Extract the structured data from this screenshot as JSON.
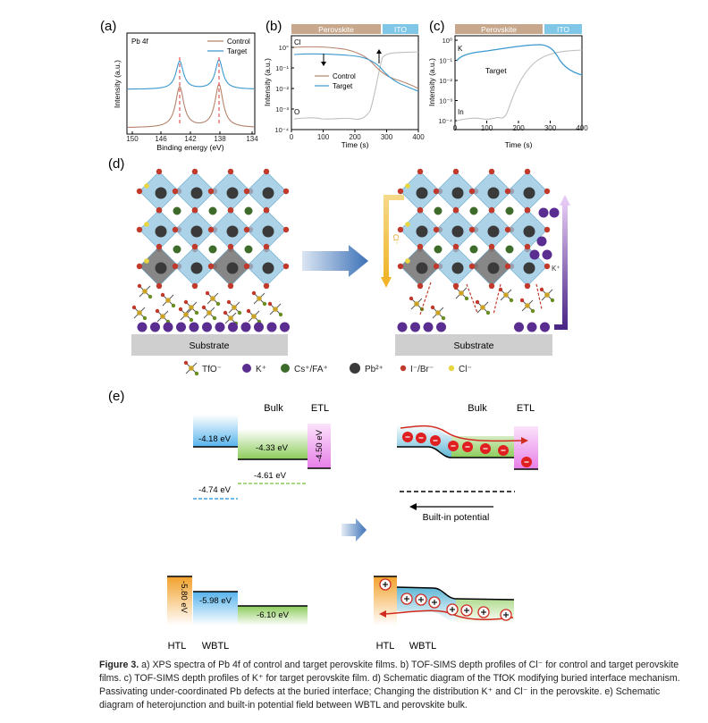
{
  "panel_labels": {
    "a": "(a)",
    "b": "(b)",
    "c": "(c)",
    "d": "(d)",
    "e": "(e)"
  },
  "panel_a": {
    "inner_label": "Pb 4f",
    "ylabel": "Intensity (a.u.)",
    "xlabel": "Binding energy (eV)",
    "xticks": [
      "150",
      "146",
      "142",
      "138",
      "134"
    ],
    "legend": [
      "Control",
      "Target"
    ]
  },
  "panel_b": {
    "bar_labels": [
      "Perovskite",
      "ITO"
    ],
    "ylabel": "Intensity (a.u.)",
    "xlabel": "Time (s)",
    "yticks": [
      "10°",
      "10⁻¹",
      "10⁻²",
      "10⁻³",
      "10⁻⁴"
    ],
    "xticks": [
      "0",
      "100",
      "200",
      "300",
      "400"
    ],
    "element_labels": [
      "Cl",
      "O"
    ],
    "legend": [
      "Control",
      "Target"
    ]
  },
  "panel_c": {
    "bar_labels": [
      "Perovskite",
      "ITO"
    ],
    "ylabel": "Intensity (a.u.)",
    "xlabel": "Time (s)",
    "yticks": [
      "10⁰",
      "10⁻¹",
      "10⁻²",
      "10⁻³",
      "10⁻⁴"
    ],
    "xticks": [
      "0",
      "100",
      "200",
      "300",
      "400"
    ],
    "element_labels": [
      "K",
      "In"
    ],
    "series_label": "Target"
  },
  "panel_d": {
    "substrate_label": "Substrate",
    "arrow_cl": "Cl⁻",
    "arrow_k": "K⁺",
    "legend": [
      "TfO⁻",
      "K⁺",
      "Cs⁺/FA⁺",
      "Pb²⁺",
      "I⁻/Br⁻",
      "Cl⁻"
    ],
    "colors": {
      "k": "#5a2d91",
      "csfa": "#3d6b2a",
      "pb": "#3a3a3a",
      "halide": "#c0392b",
      "cl": "#e8d640",
      "octa": "#8fc3df"
    }
  },
  "panel_e": {
    "bulk": "Bulk",
    "etl": "ETL",
    "htl": "HTL",
    "wbtl": "WBTL",
    "energies": {
      "e1": "-4.18 eV",
      "e2": "-4.33 eV",
      "e3": "-4.50 eV",
      "e4": "-4.61 eV",
      "e5": "-4.74 eV",
      "e6": "-5.80 eV",
      "e7": "-5.98 eV",
      "e8": "-6.10 eV"
    },
    "built_in": "Built-in potential"
  },
  "caption": {
    "label": "Figure 3.",
    "text": " a) XPS spectra of Pb 4f of control and target perovskite films. b) TOF-SIMS depth profiles of Cl⁻ for control and target perovskite films. c) TOF-SIMS depth profiles of K⁺ for target perovskite film. d) Schematic diagram of the TfOK modifying buried interface mechanism. Passivating under-coordinated Pb defects at the buried interface; Changing the distribution K⁺ and Cl⁻ in the perovskite. e) Schematic diagram of heterojunction and built-in potential field between WBTL and perovskite bulk."
  }
}
